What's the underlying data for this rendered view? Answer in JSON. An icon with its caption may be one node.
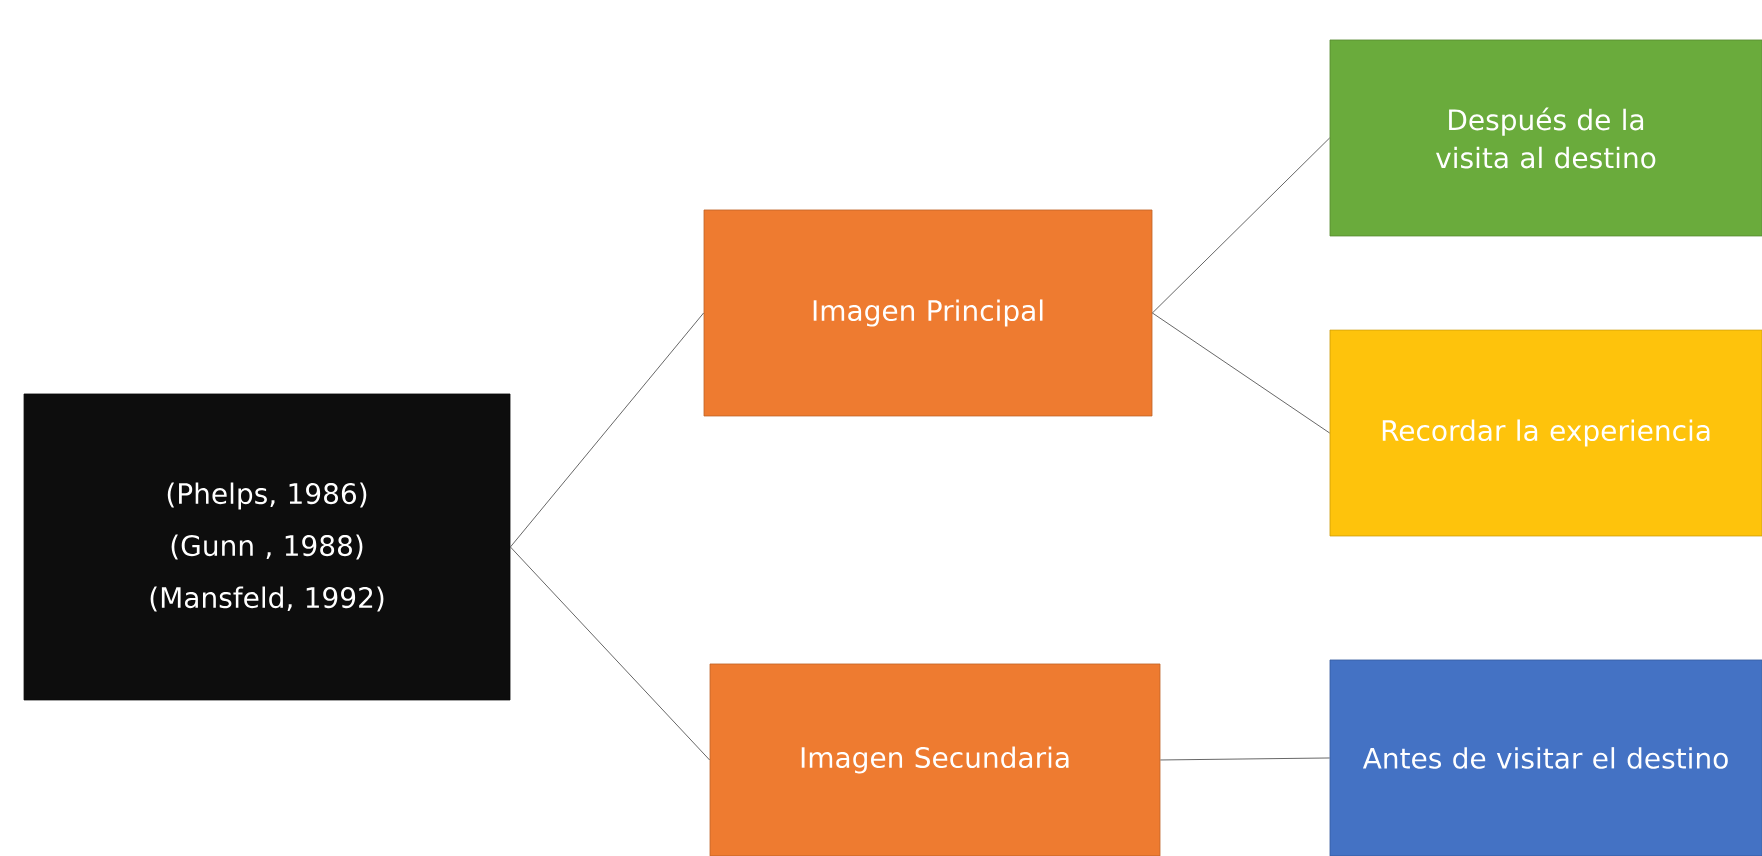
{
  "diagram": {
    "nodes": [
      {
        "text": [
          "(Phelps, 1986)",
          "(Gunn , 1988)",
          "(Mansfeld, 1992)"
        ]
      },
      {
        "text": [
          "Imagen Principal"
        ]
      },
      {
        "text": [
          "Imagen Secundaria"
        ]
      },
      {
        "text": [
          "Después de la visita al destino"
        ]
      },
      {
        "text": [
          "Recordar la experiencia"
        ]
      },
      {
        "text": [
          "Antes de visitar el destino"
        ]
      }
    ],
    "edges": [
      {
        "from": 0,
        "to": 1,
        "arrow": "none"
      },
      {
        "from": 0,
        "to": 2,
        "arrow": "none"
      },
      {
        "from": 1,
        "to": 3,
        "arrow": "none"
      },
      {
        "from": 1,
        "to": 4,
        "arrow": "none"
      },
      {
        "from": 2,
        "to": 5,
        "arrow": "none"
      }
    ]
  }
}
